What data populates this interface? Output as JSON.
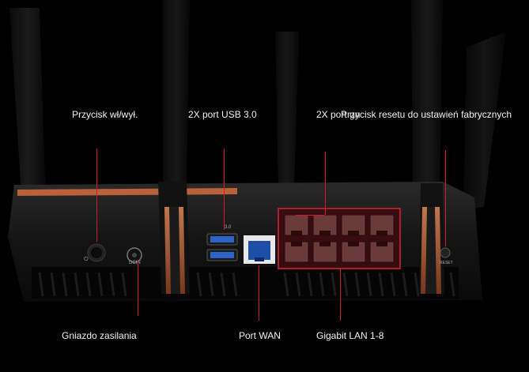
{
  "labels": {
    "power_button": "Przycisk wł/wył.",
    "usb_ports": "2X port USB 3.0",
    "ports_overlap": "2X port gn",
    "reset_button": "Przycisk resetu do ustawień fabrycznych",
    "power_jack": "Gniazdo zasilania",
    "wan_port": "Port WAN",
    "lan_ports": "Gigabit LAN 1-8"
  },
  "device_labels": {
    "usb_mark": "3.0",
    "dc_mark": "DCIN",
    "reset_mark": "RESET"
  },
  "colors": {
    "background": "#000000",
    "accent_copper": "#c8683a",
    "callout": "#d11a2a",
    "lan_highlight": "#b5202a",
    "usb_blue": "#2f63c8"
  }
}
